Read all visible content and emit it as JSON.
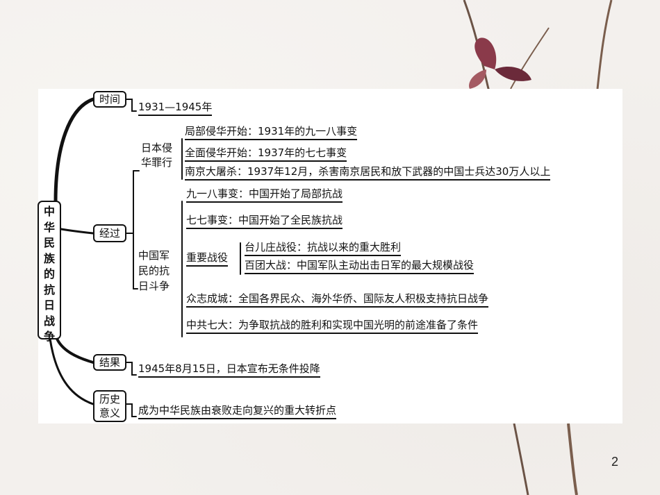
{
  "title": "中华民族的抗日战争",
  "nodes": {
    "time": {
      "label": "时间",
      "value": "1931—1945年"
    },
    "process": {
      "label": "经过",
      "japan": {
        "label_line1": "日本侵",
        "label_line2": "华罪行",
        "items": [
          "局部侵华开始：1931年的九一八事变",
          "全面侵华开始：1937年的七七事变",
          "南京大屠杀：1937年12月，杀害南京居民和放下武器的中国士兵达30万人以上"
        ]
      },
      "china": {
        "label_line1": "中国军",
        "label_line2": "民的抗",
        "label_line3": "日斗争",
        "items": [
          "九一八事变：中国开始了局部抗战",
          "七七事变：中国开始了全民族抗战"
        ],
        "battles": {
          "label": "重要战役",
          "items": [
            "台儿庄战役：抗战以来的重大胜利",
            "百团大战：中国军队主动出击日军的最大规模战役"
          ]
        },
        "unity": "众志成城：全国各界民众、海外华侨、国际友人积极支持抗日战争",
        "congress": "中共七大：为争取抗战的胜利和实现中国光明的前途准备了条件"
      }
    },
    "result": {
      "label": "结果",
      "value": "1945年8月15日，日本宣布无条件投降"
    },
    "significance": {
      "label_line1": "历史",
      "label_line2": "意义",
      "value": "成为中华民族由衰败走向复兴的重大转折点"
    }
  },
  "page_number": "2"
}
